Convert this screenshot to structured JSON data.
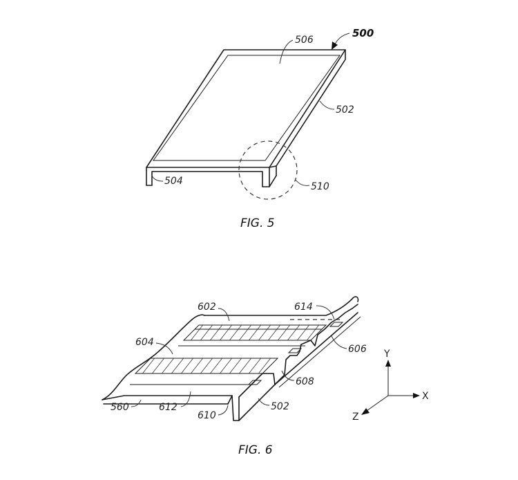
{
  "fig5": {
    "caption": "FIG. 5",
    "assembly_label": "500",
    "labels": {
      "display": "506",
      "side_edge": "502",
      "front_edge": "504",
      "detail_circle": "510"
    }
  },
  "fig6": {
    "caption": "FIG. 6",
    "labels": {
      "strip_top": "602",
      "strip_left": "604",
      "edge_right_upper": "606",
      "edge_right_lower": "608",
      "rear_pad": "614",
      "base_front": "610",
      "strip_front": "612",
      "panel_left": "560",
      "frame": "502"
    },
    "axes": {
      "y": "Y",
      "x": "X",
      "z": "Z"
    }
  }
}
